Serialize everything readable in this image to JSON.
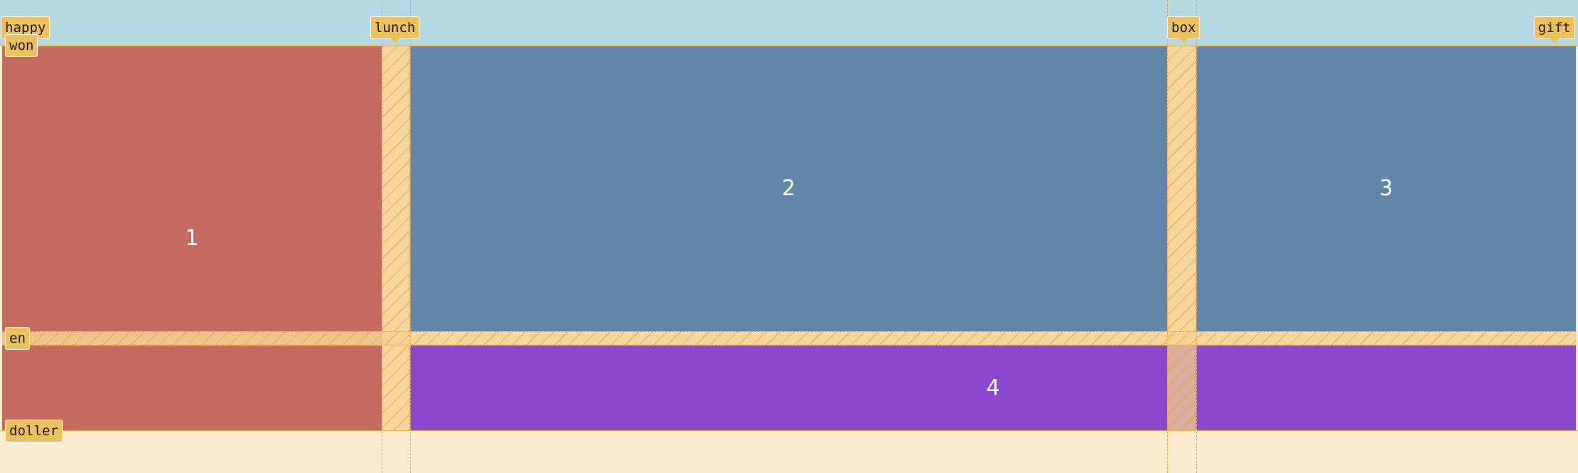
{
  "grid_areas": {
    "area1": "1",
    "area2": "2",
    "area3": "3",
    "area4": "4"
  },
  "column_line_names": {
    "happy": "happy",
    "lunch": "lunch",
    "box": "box",
    "gift": "gift"
  },
  "row_line_names": {
    "won": "won",
    "en": "en",
    "doller": "doller"
  },
  "colors": {
    "area1": "#c46a5f",
    "area2": "#6387aa",
    "area3": "#6387aa",
    "area4": "#8b47cd",
    "gap_overlay": "#f7d296",
    "line_label": "#ecc15d",
    "container_background": "#b5d8e3"
  }
}
